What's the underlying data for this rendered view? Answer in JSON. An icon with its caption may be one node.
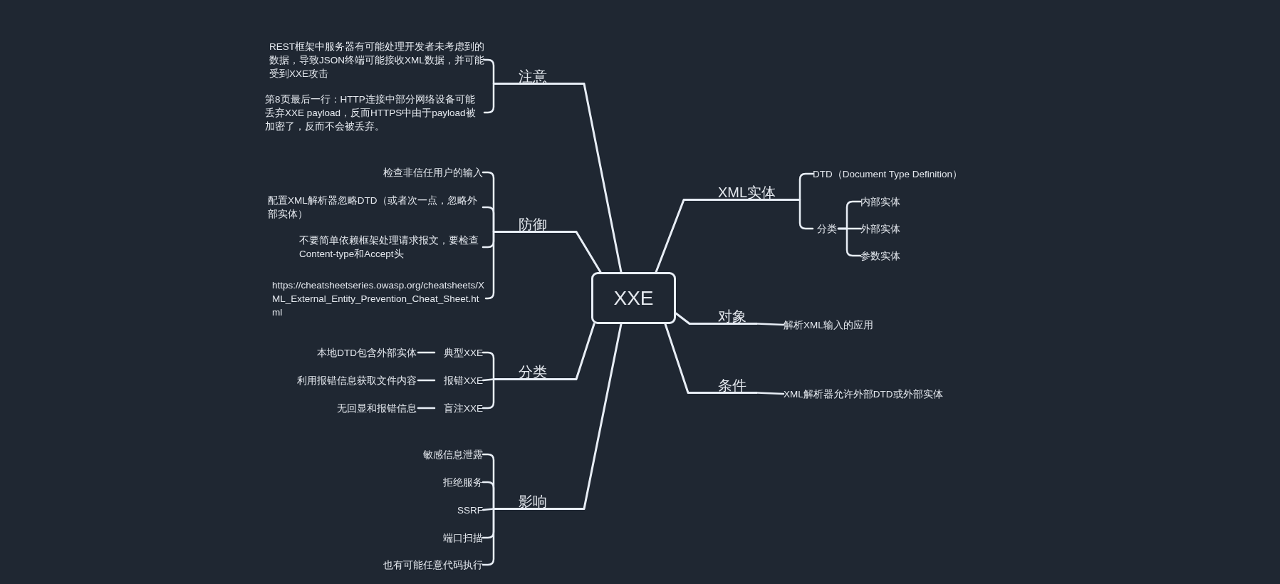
{
  "diagram": {
    "nodes": [
      {
        "text": [
          "XXE"
        ]
      },
      {
        "text": [
          "注意"
        ]
      },
      {
        "text": [
          "REST框架中服务器有可能处理开发者未考虑到的数据，导致JSON终端可能接收XML数据，并可能受到XXE攻击"
        ]
      },
      {
        "text": [
          "第8页最后一行：HTTP连接中部分网络设备可能丢弃XXE payload，反而HTTPS中由于payload被加密了，反而不会被丢弃。"
        ]
      },
      {
        "text": [
          "防御"
        ]
      },
      {
        "text": [
          "检查非信任用户的输入"
        ]
      },
      {
        "text": [
          "配置XML解析器忽略DTD（或者次一点，忽略外部实体）"
        ]
      },
      {
        "text": [
          "不要简单依赖框架处理请求报文，要检查Content-type和Accept头"
        ]
      },
      {
        "text": [
          "https://cheatsheetseries.owasp.org/cheatsheets/XML_External_Entity_Prevention_Cheat_Sheet.html"
        ]
      },
      {
        "text": [
          "分类"
        ]
      },
      {
        "text": [
          "典型XXE"
        ]
      },
      {
        "text": [
          "本地DTD包含外部实体"
        ]
      },
      {
        "text": [
          "报错XXE"
        ]
      },
      {
        "text": [
          "利用报错信息获取文件内容"
        ]
      },
      {
        "text": [
          "盲注XXE"
        ]
      },
      {
        "text": [
          "无回显和报错信息"
        ]
      },
      {
        "text": [
          "影响"
        ]
      },
      {
        "text": [
          "敏感信息泄露"
        ]
      },
      {
        "text": [
          "拒绝服务"
        ]
      },
      {
        "text": [
          "SSRF"
        ]
      },
      {
        "text": [
          "端口扫描"
        ]
      },
      {
        "text": [
          "也有可能任意代码执行"
        ]
      },
      {
        "text": [
          "XML实体"
        ]
      },
      {
        "text": [
          "DTD（Document Type Definition）"
        ]
      },
      {
        "text": [
          "分类"
        ]
      },
      {
        "text": [
          "内部实体"
        ]
      },
      {
        "text": [
          "外部实体"
        ]
      },
      {
        "text": [
          "参数实体"
        ]
      },
      {
        "text": [
          "对象"
        ]
      },
      {
        "text": [
          "解析XML输入的应用"
        ]
      },
      {
        "text": [
          "条件"
        ]
      },
      {
        "text": [
          "XML解析器允许外部DTD或外部实体"
        ]
      }
    ],
    "edges": [
      {
        "from": 0,
        "to": 1,
        "arrow": "none"
      },
      {
        "from": 1,
        "to": 2,
        "arrow": "none"
      },
      {
        "from": 1,
        "to": 3,
        "arrow": "none"
      },
      {
        "from": 0,
        "to": 4,
        "arrow": "none"
      },
      {
        "from": 4,
        "to": 5,
        "arrow": "none"
      },
      {
        "from": 4,
        "to": 6,
        "arrow": "none"
      },
      {
        "from": 4,
        "to": 7,
        "arrow": "none"
      },
      {
        "from": 4,
        "to": 8,
        "arrow": "none"
      },
      {
        "from": 0,
        "to": 9,
        "arrow": "none"
      },
      {
        "from": 9,
        "to": 10,
        "arrow": "none"
      },
      {
        "from": 9,
        "to": 12,
        "arrow": "none"
      },
      {
        "from": 9,
        "to": 14,
        "arrow": "none"
      },
      {
        "from": 10,
        "to": 11,
        "arrow": "none"
      },
      {
        "from": 12,
        "to": 13,
        "arrow": "none"
      },
      {
        "from": 14,
        "to": 15,
        "arrow": "none"
      },
      {
        "from": 0,
        "to": 16,
        "arrow": "none"
      },
      {
        "from": 16,
        "to": 17,
        "arrow": "none"
      },
      {
        "from": 16,
        "to": 18,
        "arrow": "none"
      },
      {
        "from": 16,
        "to": 19,
        "arrow": "none"
      },
      {
        "from": 16,
        "to": 20,
        "arrow": "none"
      },
      {
        "from": 16,
        "to": 21,
        "arrow": "none"
      },
      {
        "from": 0,
        "to": 22,
        "arrow": "none"
      },
      {
        "from": 22,
        "to": 23,
        "arrow": "none"
      },
      {
        "from": 22,
        "to": 24,
        "arrow": "none"
      },
      {
        "from": 24,
        "to": 25,
        "arrow": "none"
      },
      {
        "from": 24,
        "to": 26,
        "arrow": "none"
      },
      {
        "from": 24,
        "to": 27,
        "arrow": "none"
      },
      {
        "from": 0,
        "to": 28,
        "arrow": "none"
      },
      {
        "from": 28,
        "to": 29,
        "arrow": "none"
      },
      {
        "from": 0,
        "to": 30,
        "arrow": "none"
      },
      {
        "from": 30,
        "to": 31,
        "arrow": "none"
      }
    ]
  }
}
